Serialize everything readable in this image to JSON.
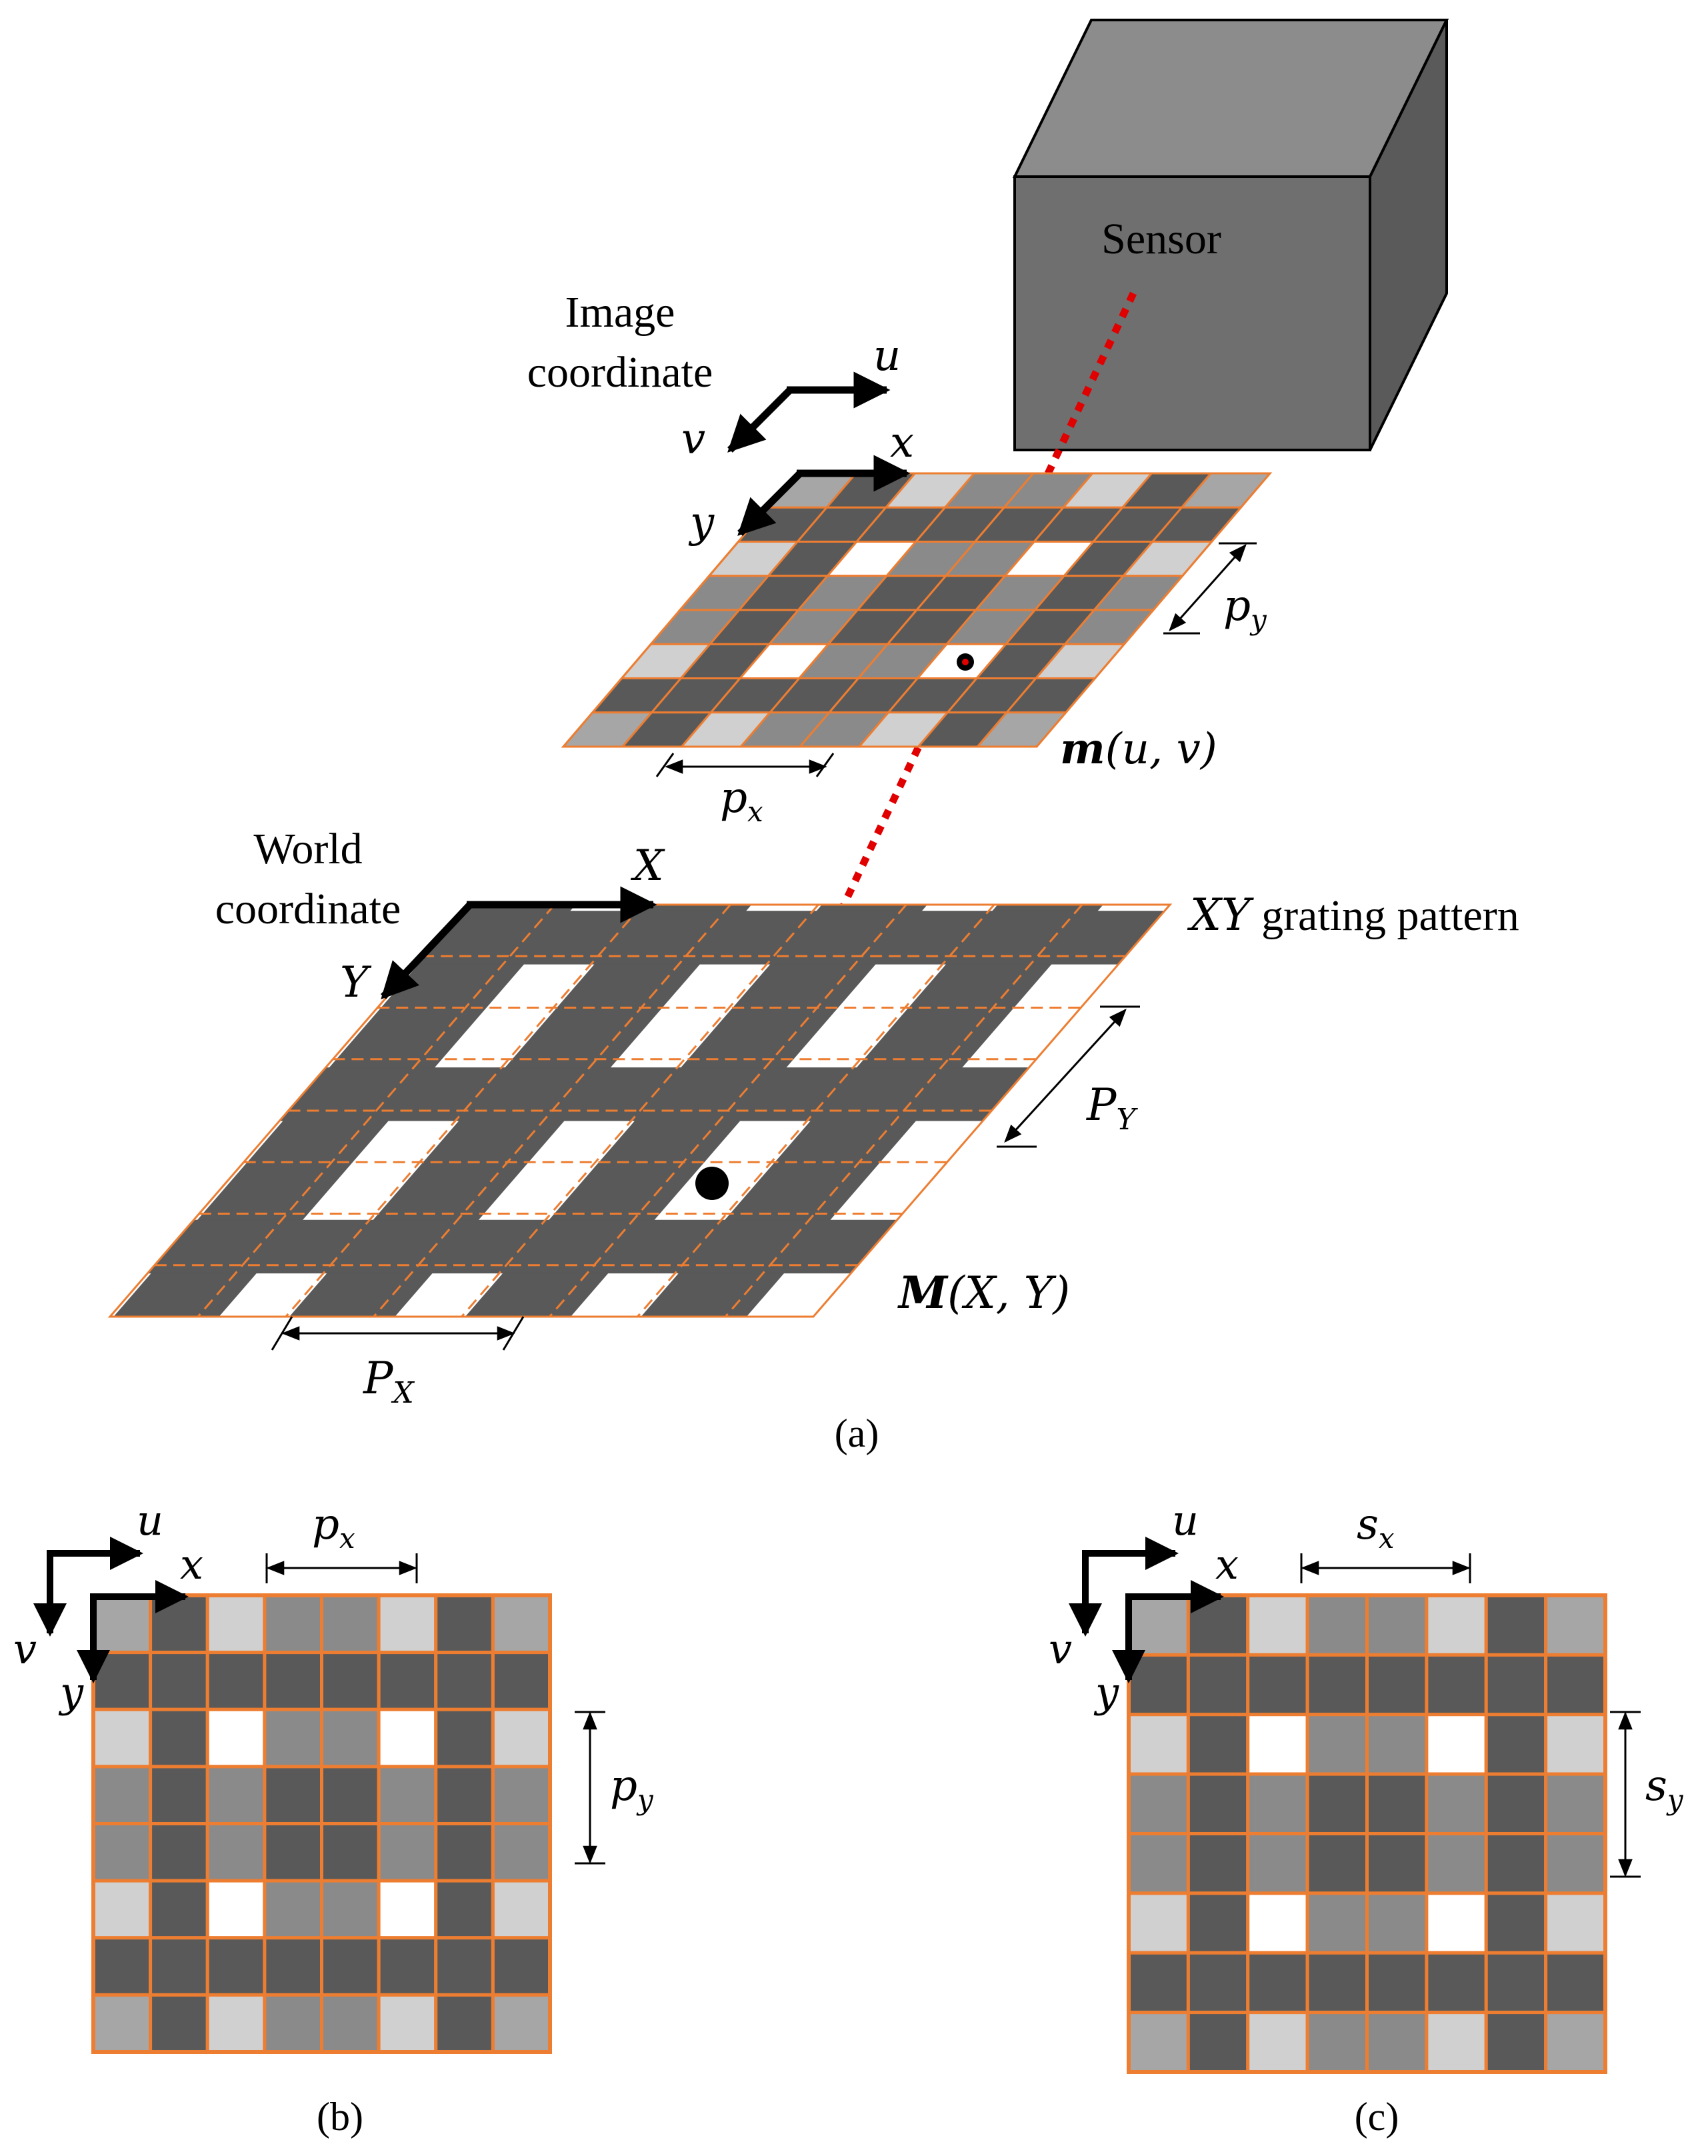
{
  "sensor": {
    "label": "Sensor"
  },
  "image_plane": {
    "caption_line1": "Image",
    "caption_line2": "coordinate",
    "axis_u": "u",
    "axis_v": "v",
    "axis_x": "x",
    "axis_y": "y",
    "pitch_x": "p",
    "pitch_x_sub": "x",
    "pitch_y": "p",
    "pitch_y_sub": "y",
    "point_label": "m",
    "point_args": "(u, v)"
  },
  "world_plane": {
    "caption_line1": "World",
    "caption_line2": "coordinate",
    "axis_X": "X",
    "axis_Y": "Y",
    "pattern_name_italic": "XY",
    "pattern_name_rest": " grating pattern",
    "pitch_X": "P",
    "pitch_X_sub": "X",
    "pitch_Y": "P",
    "pitch_Y_sub": "Y",
    "point_label": "M",
    "point_args": "(X, Y)"
  },
  "panel_b": {
    "axis_u": "u",
    "axis_v": "v",
    "axis_x": "x",
    "axis_y": "y",
    "pitch_x": "p",
    "pitch_x_sub": "x",
    "pitch_y": "p",
    "pitch_y_sub": "y"
  },
  "panel_c": {
    "axis_u": "u",
    "axis_v": "v",
    "axis_x": "x",
    "axis_y": "y",
    "pitch_x": "s",
    "pitch_x_sub": "x",
    "pitch_y": "s",
    "pitch_y_sub": "y"
  },
  "captions": {
    "a": "(a)",
    "b": "(b)",
    "c": "(c)"
  },
  "pixel_grid": [
    [
      3,
      1,
      4,
      2,
      2,
      4,
      1,
      3
    ],
    [
      1,
      1,
      1,
      1,
      1,
      1,
      1,
      1
    ],
    [
      4,
      1,
      0,
      2,
      2,
      0,
      1,
      4
    ],
    [
      2,
      1,
      2,
      1,
      1,
      2,
      1,
      2
    ],
    [
      2,
      1,
      2,
      1,
      1,
      2,
      1,
      2
    ],
    [
      4,
      1,
      0,
      2,
      2,
      0,
      1,
      4
    ],
    [
      1,
      1,
      1,
      1,
      1,
      1,
      1,
      1
    ],
    [
      3,
      1,
      4,
      2,
      2,
      4,
      1,
      3
    ]
  ],
  "colors": {
    "shade_white": "#ffffff",
    "shade_dark": "#595959",
    "shade_mid": "#8a8a8a",
    "shade_mid_light": "#a6a6a6",
    "shade_light": "#d0d0d0",
    "grid_line": "#ed7d31",
    "sensor_front": "#6f6f6f",
    "sensor_top": "#8c8c8c",
    "sensor_side": "#5a5a5a",
    "ray": "#e00000",
    "ink": "#000000"
  }
}
